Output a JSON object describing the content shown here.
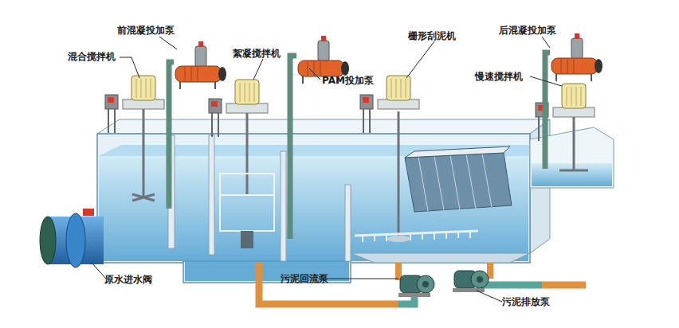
{
  "diagram": {
    "labels": [
      "前混凝投加泵",
      "混合搅拌机",
      "絮凝搅拌机",
      "PAM投加泵",
      "栅形刮泥机",
      "后混凝投加泵",
      "慢速搅拌机",
      "原水进水阀",
      "污泥回流泵",
      "污泥排放泵"
    ]
  }
}
